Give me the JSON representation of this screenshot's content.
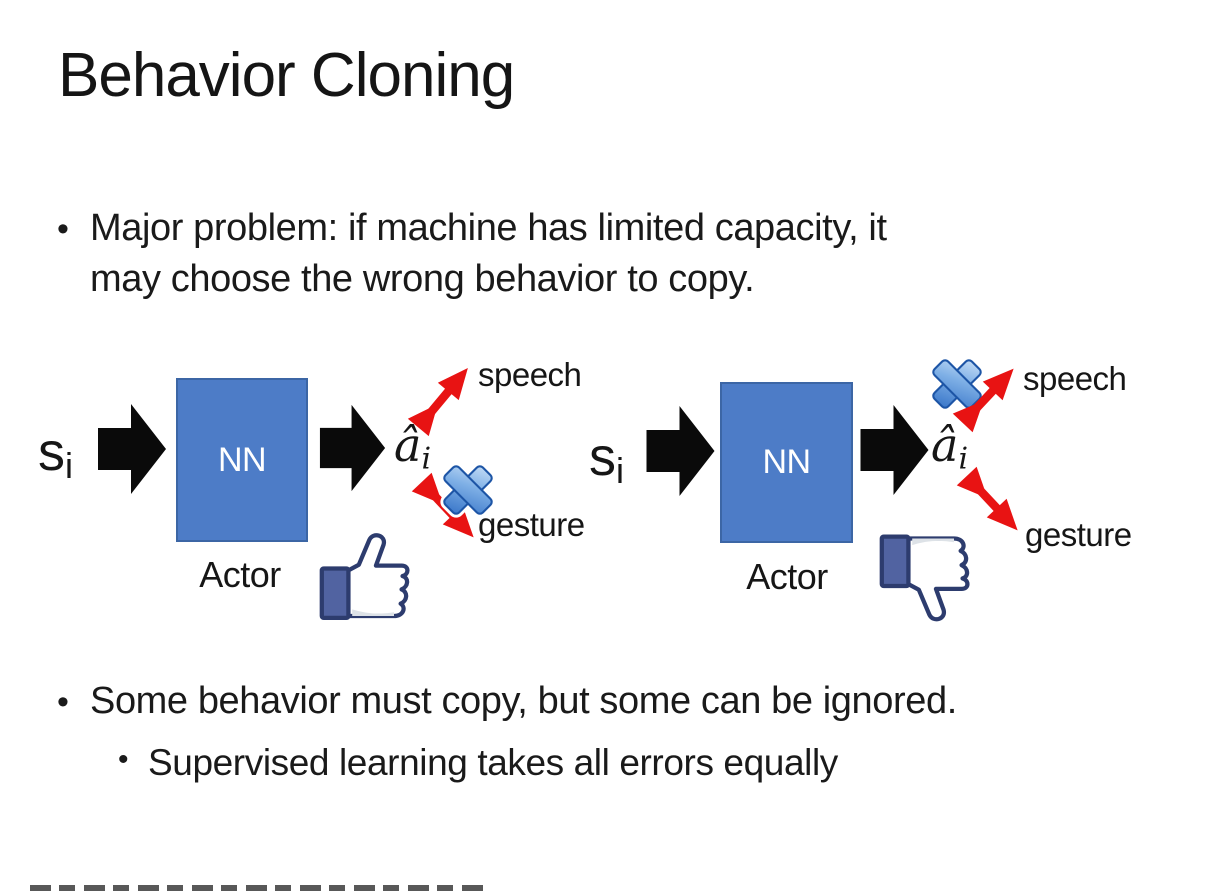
{
  "slide": {
    "title": "Behavior Cloning",
    "bullet_glyph": "•",
    "bullets": [
      {
        "line1": "Major problem: if machine has limited capacity, it",
        "line2": "may choose the wrong behavior to copy."
      },
      {
        "line1": "Some behavior must copy, but some can be ignored."
      }
    ],
    "sub_bullet": "Supervised learning takes all errors equally"
  },
  "diagram": {
    "input_base": "s",
    "input_sub": "i",
    "nn_label": "NN",
    "actor_label": "Actor",
    "output_base": "â",
    "output_sub": "i",
    "speech_label": "speech",
    "gesture_label": "gesture",
    "left_variant": {
      "crossed_out": "gesture",
      "feedback_icon": "thumbs-up"
    },
    "right_variant": {
      "crossed_out": "speech",
      "feedback_icon": "thumbs-down"
    }
  },
  "colors": {
    "background": "#ffffff",
    "text": "#1a1a1a",
    "nn_box_fill": "#4d7cc7",
    "nn_box_border": "#3c66a5",
    "nn_text": "#ffffff",
    "block_arrow_black": "#0a0a0a",
    "relation_arrow_red": "#e81313",
    "cross_blue": "#2f6ec5",
    "thumb_outline": "#2d3c6e",
    "thumb_cuff_fill": "#5163a1"
  }
}
